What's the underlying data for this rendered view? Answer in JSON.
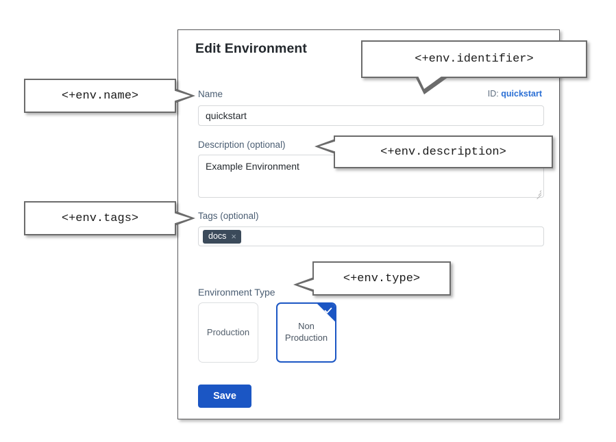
{
  "panel": {
    "title": "Edit Environment",
    "id_prefix": "ID:",
    "id_value": "quickstart",
    "fields": {
      "name": {
        "label": "Name",
        "value": "quickstart",
        "placeholder": ""
      },
      "description": {
        "label": "Description (optional)",
        "value": "Example Environment",
        "placeholder": ""
      },
      "tags": {
        "label": "Tags (optional)",
        "chips": [
          {
            "text": "docs",
            "remove_icon": "×"
          }
        ],
        "placeholder": ""
      },
      "environment_type": {
        "label": "Environment Type",
        "options": [
          {
            "label": "Production",
            "selected": false
          },
          {
            "label": "Non Production",
            "selected": true
          }
        ]
      }
    },
    "save_label": "Save"
  },
  "callouts": {
    "name": "<+env.name>",
    "identifier": "<+env.identifier>",
    "description": "<+env.description>",
    "tags": "<+env.tags>",
    "type": "<+env.type>"
  },
  "colors": {
    "accent_blue": "#1b56c4",
    "link_blue": "#2b6fd4",
    "label_slate": "#4a5d72",
    "chip_bg": "#3b4a5a",
    "callout_border": "#6b6b6b",
    "panel_border": "#59595b"
  }
}
